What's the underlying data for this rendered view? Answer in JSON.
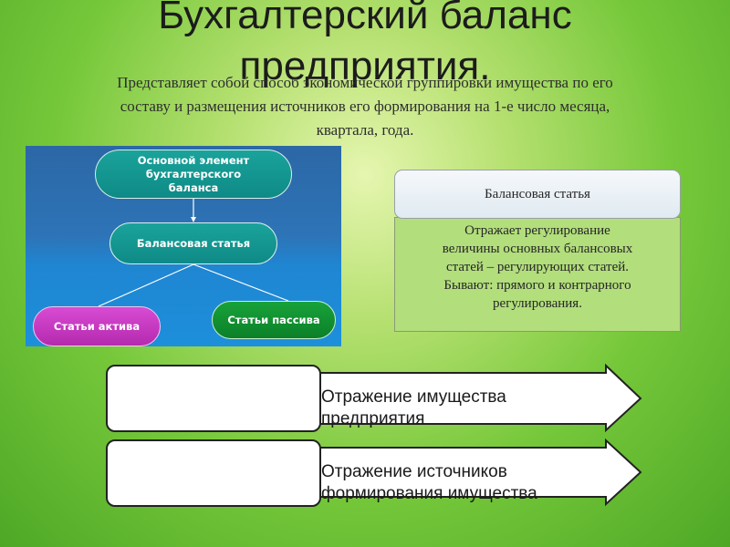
{
  "title": {
    "line1": "Бухгалтерский баланс",
    "line2": "предприятия."
  },
  "subtitle": {
    "line1": "Представляет собой способ экономической группировки имущества по его",
    "line2": "составу и размещения источников его формирования на 1-е число месяца,",
    "line3": "квартала, года."
  },
  "diagram": {
    "root": {
      "line1": "Основной элемент",
      "line2": "бухгалтерского",
      "line3": "баланса"
    },
    "middle": "Балансовая статья",
    "left_child": "Статьи актива",
    "right_child": "Статьи пассива",
    "colors": {
      "background": "#2c6fb0",
      "teal_node": "#139690",
      "active_node": "#c93ac4",
      "passive_node": "#129030"
    }
  },
  "definition": {
    "header": "Балансовая статья",
    "line1": "Отражает регулирование",
    "line2": "величины основных балансовых",
    "line3": "статей – регулирующих статей.",
    "line4": "Бывают: прямого и контрарного",
    "line5": "регулирования."
  },
  "arrows": [
    {
      "line1": "Отражение имущества",
      "line2": "предприятия"
    },
    {
      "line1": "Отражение источников",
      "line2": "формирования имущества"
    }
  ]
}
